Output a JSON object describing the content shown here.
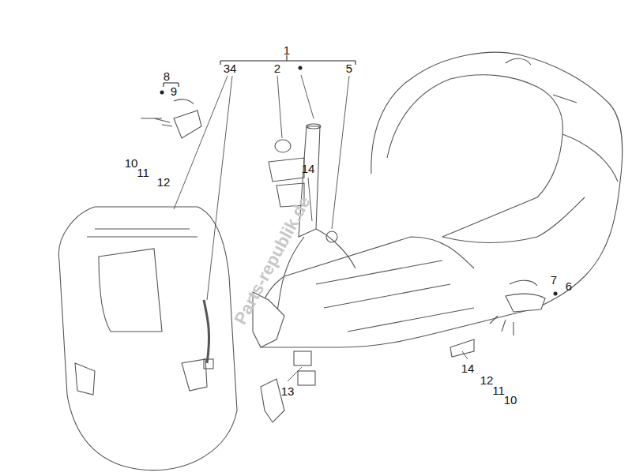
{
  "diagram": {
    "labels": [
      "1",
      "34",
      "2",
      "5",
      "8",
      "9",
      "10",
      "11",
      "12",
      "14",
      "7",
      "6",
      "14",
      "12",
      "11",
      "10",
      "13",
      "Parts-republik.de"
    ]
  }
}
